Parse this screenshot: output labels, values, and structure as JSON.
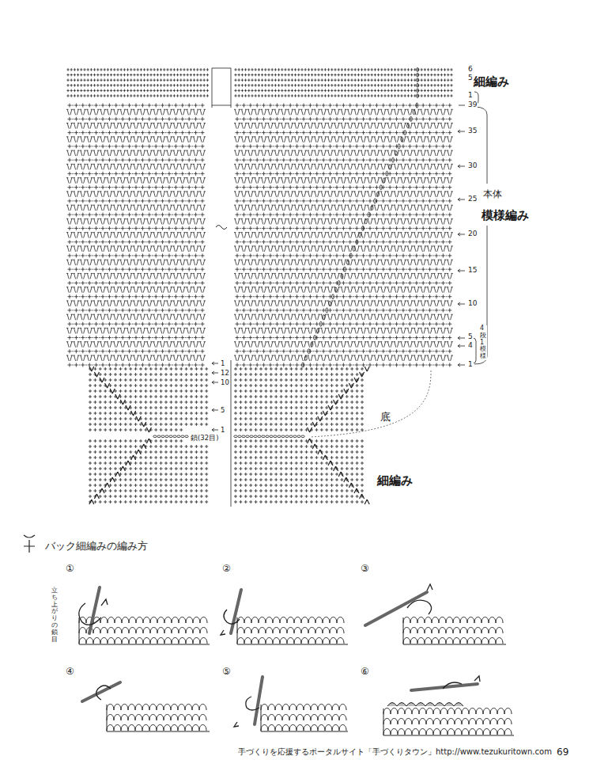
{
  "diagram": {
    "labels": [
      "細編み",
      "本体",
      "模様編み",
      "4段1模様",
      "6",
      "5",
      "1",
      "39",
      "35",
      "30",
      "25",
      "20",
      "15",
      "10",
      "5",
      "4",
      "1",
      "1",
      "12",
      "10",
      "5",
      "1",
      "鎖(32目)",
      "底",
      "細編み",
      "バック細編みの編み方",
      "①",
      "②",
      "③",
      "④",
      "⑤",
      "⑥",
      "立ち上がりの鎖目",
      "手づくりを応援するポータルサイト「手づくりタウン」http://www.tezukuritown.com",
      "69"
    ]
  }
}
